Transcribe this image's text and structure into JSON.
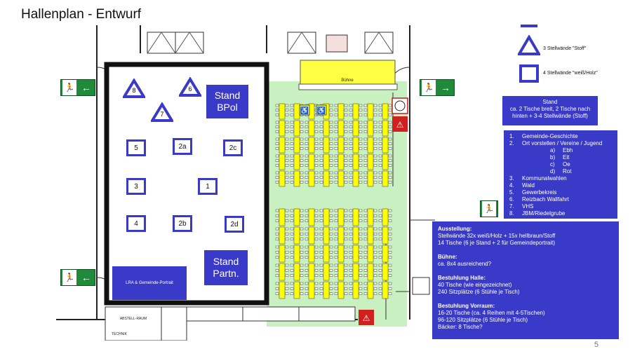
{
  "page": {
    "title": "Hallenplan - Entwurf",
    "page_number": "5"
  },
  "legend": {
    "triangle_label": "3 Stellwände \"Stoff\"",
    "square_label": "4 Stellwände \"weiß/Holz\""
  },
  "stand_box": {
    "title": "Stand",
    "line1": "ca. 2 Tische breit, 2 Tische nach",
    "line2": "hinten + 3-4 Stellwände (Stoff)"
  },
  "topics": {
    "items": [
      {
        "num": "1.",
        "label": "Gemeinde-Geschichte"
      },
      {
        "num": "2.",
        "label": "Ort vorstellen / Vereine / Jugend"
      }
    ],
    "sub_items": [
      {
        "num": "a)",
        "label": "Ebh"
      },
      {
        "num": "b)",
        "label": "Eit"
      },
      {
        "num": "c)",
        "label": "Oe"
      },
      {
        "num": "d)",
        "label": "Rot"
      }
    ],
    "items2": [
      {
        "num": "3.",
        "label": "Kommunalwahlen"
      },
      {
        "num": "4.",
        "label": "Wald"
      },
      {
        "num": "5.",
        "label": "Gewerbekreis"
      },
      {
        "num": "6.",
        "label": "Reizbach Wallfahrt"
      },
      {
        "num": "7.",
        "label": "VHS"
      },
      {
        "num": "8.",
        "label": "JBM/Riedelgrube"
      }
    ]
  },
  "info": {
    "ausstellung_h": "Ausstellung:",
    "ausstellung_1": "Stellwände 32x weiß/Holz + 15x hellbraun/Stoff",
    "ausstellung_2": "14 Tische (6 je Stand + 2 für Gemeindeportrait)",
    "buehne_h": "Bühne:",
    "buehne_1": "ca. 8x4 ausreichend?",
    "halle_h": "Bestuhlung Halle:",
    "halle_1": "40 Tische (wie eingezeichnet)",
    "halle_2": "240 Sitzplätze (6 Stühle je Tisch)",
    "vorraum_h": "Bestuhlung Vorraum:",
    "vorraum_1": "16-20 Tische (ca. 4 Reihen mit 4-5Tischen)",
    "vorraum_2": "96-120 Sitzplätze (6 Stühle je Tisch)",
    "vorraum_3": "Bäcker: 8 Tische?"
  },
  "plan": {
    "stage_label": "Bühne",
    "stand_bpol_1": "Stand",
    "stand_bpol_2": "BPol",
    "stand_partn_1": "Stand",
    "stand_partn_2": "Partn.",
    "lra_label": "LRA & Gemeinde-Portrait",
    "abstell_label": "ABSTELL-RAUM",
    "geraete_label": "TECHNIK",
    "triangles": [
      {
        "id": "tri-8",
        "label": "8"
      },
      {
        "id": "tri-6",
        "label": "6"
      },
      {
        "id": "tri-7",
        "label": "7"
      }
    ],
    "squares": [
      {
        "label": "5"
      },
      {
        "label": "2a"
      },
      {
        "label": "2c"
      },
      {
        "label": "3"
      },
      {
        "label": "1"
      },
      {
        "label": "4"
      },
      {
        "label": "2b"
      },
      {
        "label": "2d"
      }
    ]
  },
  "colors": {
    "accent_blue": "#3a3ac8",
    "table_yellow": "#ffff00",
    "floor_green": "#c8f0c0",
    "exit_green": "#1f8a3a"
  },
  "icons": [
    "exit-sign-icon",
    "wheelchair-icon",
    "fire-extinguisher-icon",
    "first-aid-icon"
  ]
}
